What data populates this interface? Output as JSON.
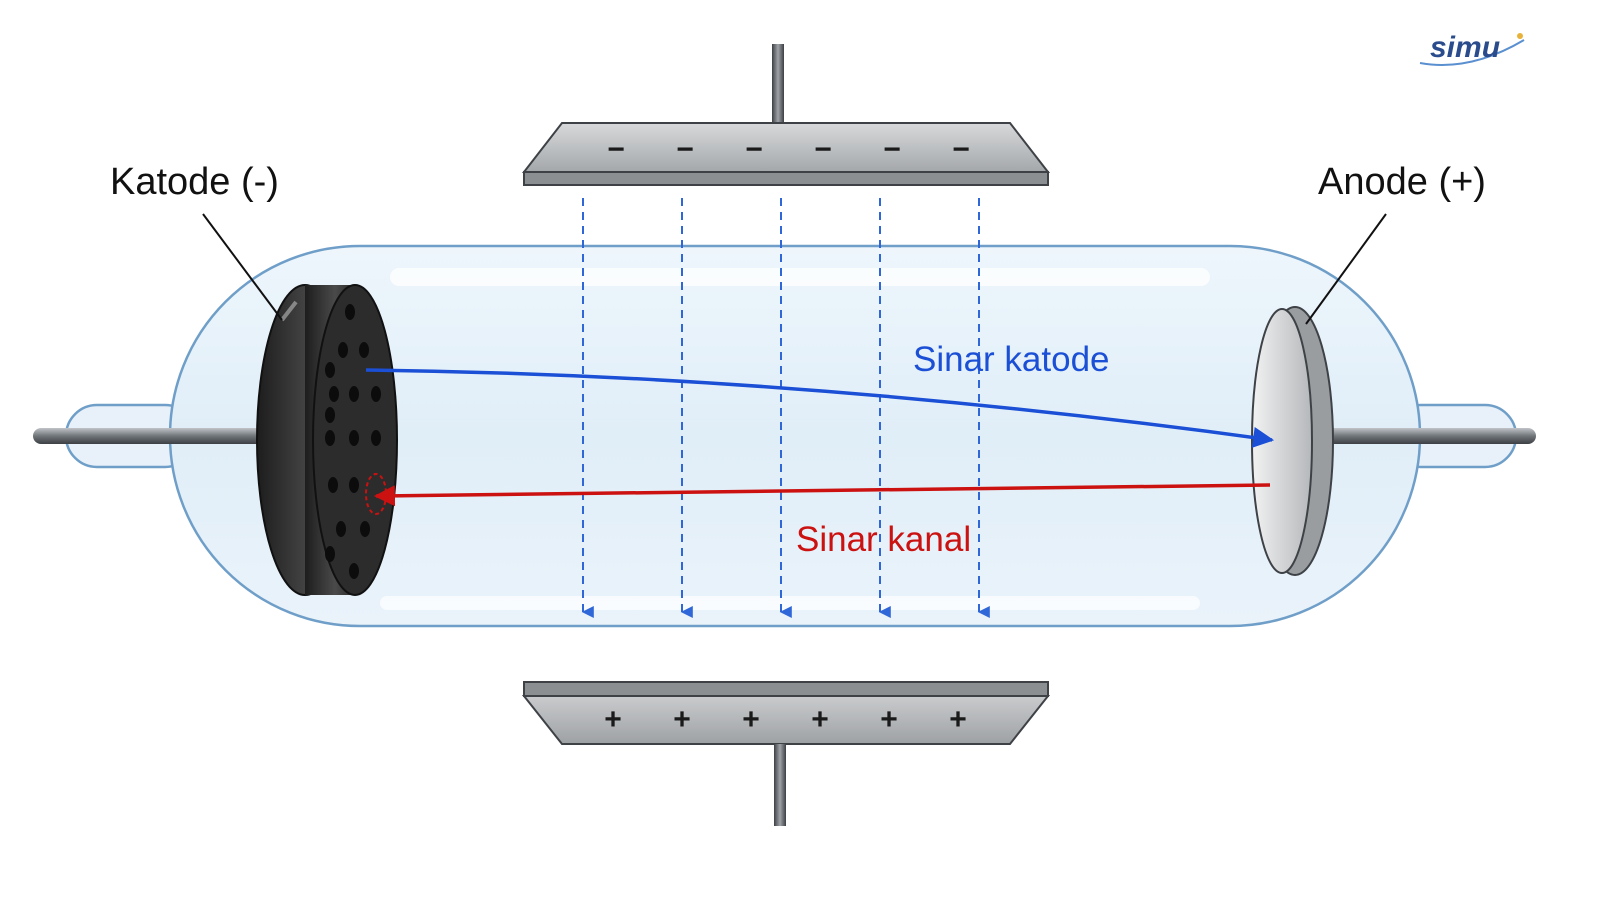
{
  "logo": {
    "text": "simu"
  },
  "labels": {
    "cathode": "Katode (-)",
    "anode": "Anode (+)",
    "cathode_ray": "Sinar katode",
    "canal_ray": "Sinar kanal"
  },
  "plates": {
    "top_signs": [
      "−",
      "−",
      "−",
      "−",
      "−",
      "−"
    ],
    "bottom_signs": [
      "+",
      "+",
      "+",
      "+",
      "+",
      "+"
    ]
  },
  "field_lines_count": 5,
  "colors": {
    "cathode_ray": "#1a4fd6",
    "canal_ray": "#cc1111",
    "field_line": "#2f66d8",
    "glass_edge": "#6f9fc8",
    "cathode_body": "#2b2b2b",
    "plate_metal": "#a8abae",
    "logo": "#2a4c8c"
  }
}
